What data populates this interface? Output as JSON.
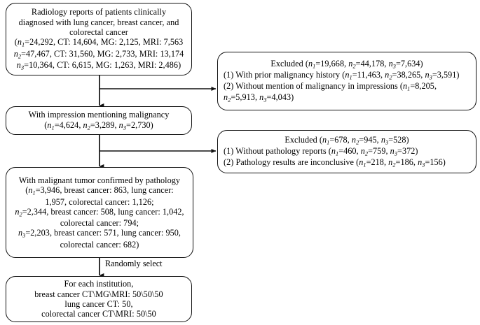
{
  "diagram": {
    "type": "flowchart",
    "title": "Patient selection flowchart for radiology reports",
    "nodes": {
      "population": {
        "name": "study-population-box",
        "lines": [
          "Radiology reports of patients clinically",
          "diagnosed with lung cancer, breast cancer, and",
          "colorectal cancer",
          "(n₁=24,292, CT: 14,604, MG: 2,125, MRI: 7,563",
          "n₂=47,467, CT: 31,560, MG: 2,733, MRI: 13,174",
          "n₃=10,364, CT: 6,615, MG: 1,263, MRI: 2,486)"
        ],
        "counts": {
          "n1": {
            "total": 24292,
            "CT": 14604,
            "MG": 2125,
            "MRI": 7563
          },
          "n2": {
            "total": 47467,
            "CT": 31560,
            "MG": 2733,
            "MRI": 13174
          },
          "n3": {
            "total": 10364,
            "CT": 6615,
            "MG": 1263,
            "MRI": 2486
          }
        }
      },
      "excluded_1": {
        "name": "excluded-box-1",
        "header": "Excluded (n₁=19,668, n₂=44,178, n₃=7,634)",
        "lines": [
          "(1) With prior malignancy history (n₁=11,463, n₂=38,265, n₃=3,591)",
          "(2) Without mention of malignancy in impressions (n₁=8,205,",
          "n₂=5,913, n₃=4,043)"
        ],
        "counts": {
          "total": {
            "n1": 19668,
            "n2": 44178,
            "n3": 7634
          },
          "prior_malignancy_history": {
            "n1": 11463,
            "n2": 38265,
            "n3": 3591
          },
          "no_mention_of_malignancy": {
            "n1": 8205,
            "n2": 5913,
            "n3": 4043
          }
        }
      },
      "impression": {
        "name": "impression-malignancy-box",
        "lines": [
          "With impression mentioning malignancy",
          "(n₁=4,624, n₂=3,289, n₃=2,730)"
        ],
        "counts": {
          "n1": 4624,
          "n2": 3289,
          "n3": 2730
        }
      },
      "excluded_2": {
        "name": "excluded-box-2",
        "header": "Excluded (n₁=678, n₂=945, n₃=528)",
        "lines": [
          "(1) Without pathology reports (n₁=460, n₂=759, n₃=372)",
          "(2) Pathology results are inconclusive (n₁=218, n₂=186, n₃=156)"
        ],
        "counts": {
          "total": {
            "n1": 678,
            "n2": 945,
            "n3": 528
          },
          "without_pathology_reports": {
            "n1": 460,
            "n2": 759,
            "n3": 372
          },
          "inconclusive_pathology": {
            "n1": 218,
            "n2": 186,
            "n3": 156
          }
        }
      },
      "pathology": {
        "name": "pathology-confirmed-box",
        "lines": [
          "With malignant tumor confirmed by pathology",
          "(n₁=3,946, breast cancer: 863, lung cancer:",
          "1,957, colorectal cancer: 1,126;",
          "n₂=2,344, breast cancer: 508, lung cancer: 1,042,",
          "colorectal cancer: 794;",
          "n₃=2,203, breast cancer: 571, lung cancer: 950,",
          "colorectal cancer: 682)"
        ],
        "counts": {
          "n1": {
            "total": 3946,
            "breast": 863,
            "lung": 1957,
            "colorectal": 1126
          },
          "n2": {
            "total": 2344,
            "breast": 508,
            "lung": 1042,
            "colorectal": 794
          },
          "n3": {
            "total": 2203,
            "breast": 571,
            "lung": 950,
            "colorectal": 682
          }
        }
      },
      "selection": {
        "name": "random-selection-box",
        "lines": [
          "For each institution,",
          "breast cancer CT\\MG\\MRI: 50\\50\\50",
          "lung cancer CT: 50,",
          "colorectal cancer CT\\MRI: 50\\50"
        ],
        "counts": {
          "breast": {
            "CT": 50,
            "MG": 50,
            "MRI": 50
          },
          "lung": {
            "CT": 50
          },
          "colorectal": {
            "CT": 50,
            "MRI": 50
          }
        }
      }
    },
    "edge_labels": {
      "randomly_select": "Randomly select"
    },
    "colors": {
      "border": "#111111",
      "background": "#ffffff",
      "text": "#000000"
    }
  }
}
